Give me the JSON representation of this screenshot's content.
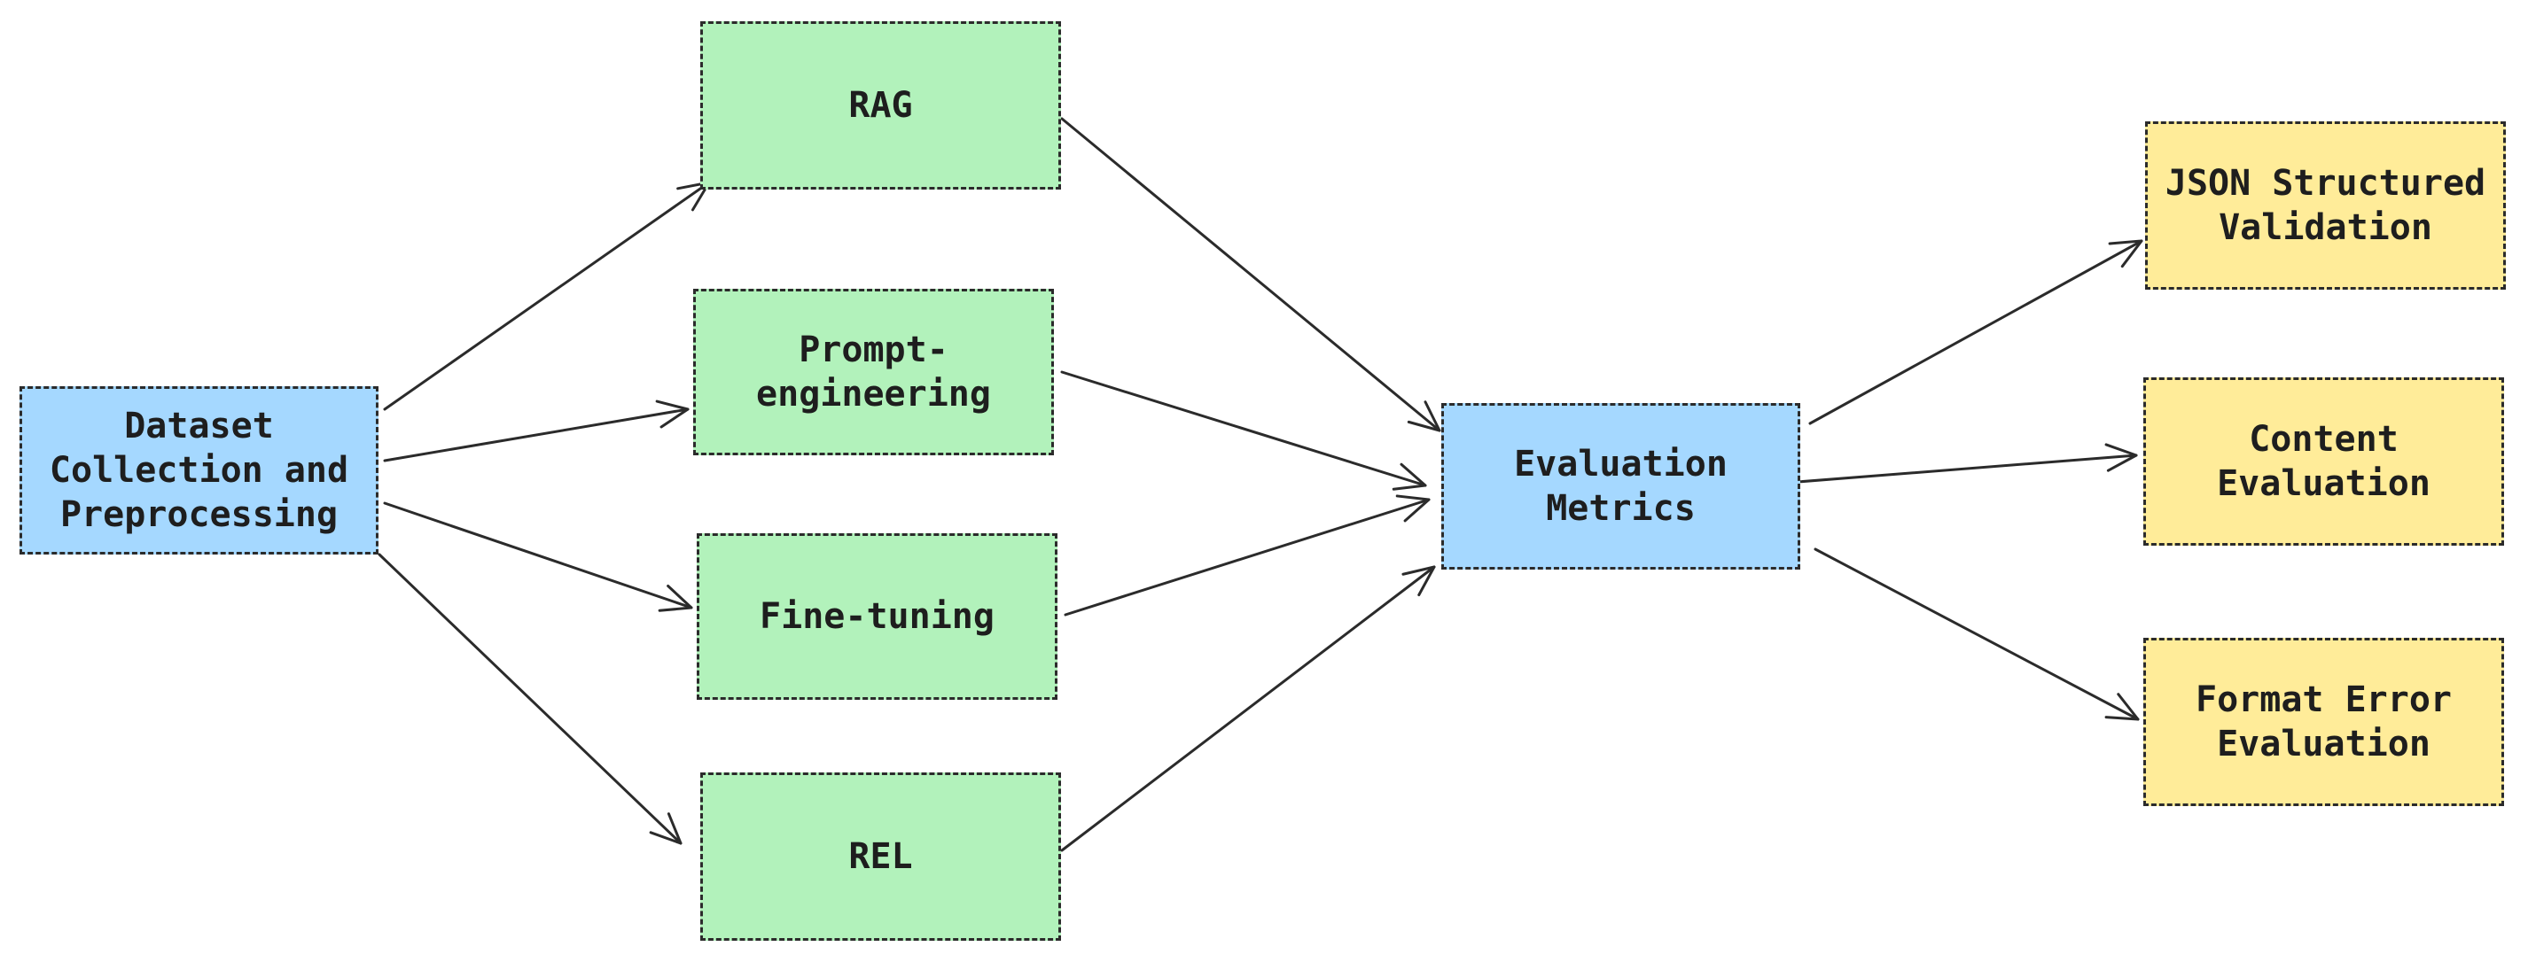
{
  "nodes": {
    "dataset": "Dataset\nCollection and\nPreprocessing",
    "rag": "RAG",
    "prompt": "Prompt-\nengineering",
    "finetune": "Fine-tuning",
    "rel": "REL",
    "eval": "Evaluation\nMetrics",
    "json": "JSON Structured\nValidation",
    "content": "Content\nEvaluation",
    "format": "Format Error\nEvaluation"
  },
  "colors": {
    "blue": "#a5d8ff",
    "green": "#b2f2bb",
    "yellow": "#ffec99",
    "stroke": "#2b2b2b"
  },
  "edges": [
    {
      "from": "dataset",
      "to": "rag"
    },
    {
      "from": "dataset",
      "to": "prompt"
    },
    {
      "from": "dataset",
      "to": "finetune"
    },
    {
      "from": "dataset",
      "to": "rel"
    },
    {
      "from": "rag",
      "to": "eval"
    },
    {
      "from": "prompt",
      "to": "eval"
    },
    {
      "from": "finetune",
      "to": "eval"
    },
    {
      "from": "rel",
      "to": "eval"
    },
    {
      "from": "eval",
      "to": "json"
    },
    {
      "from": "eval",
      "to": "content"
    },
    {
      "from": "eval",
      "to": "format"
    }
  ]
}
